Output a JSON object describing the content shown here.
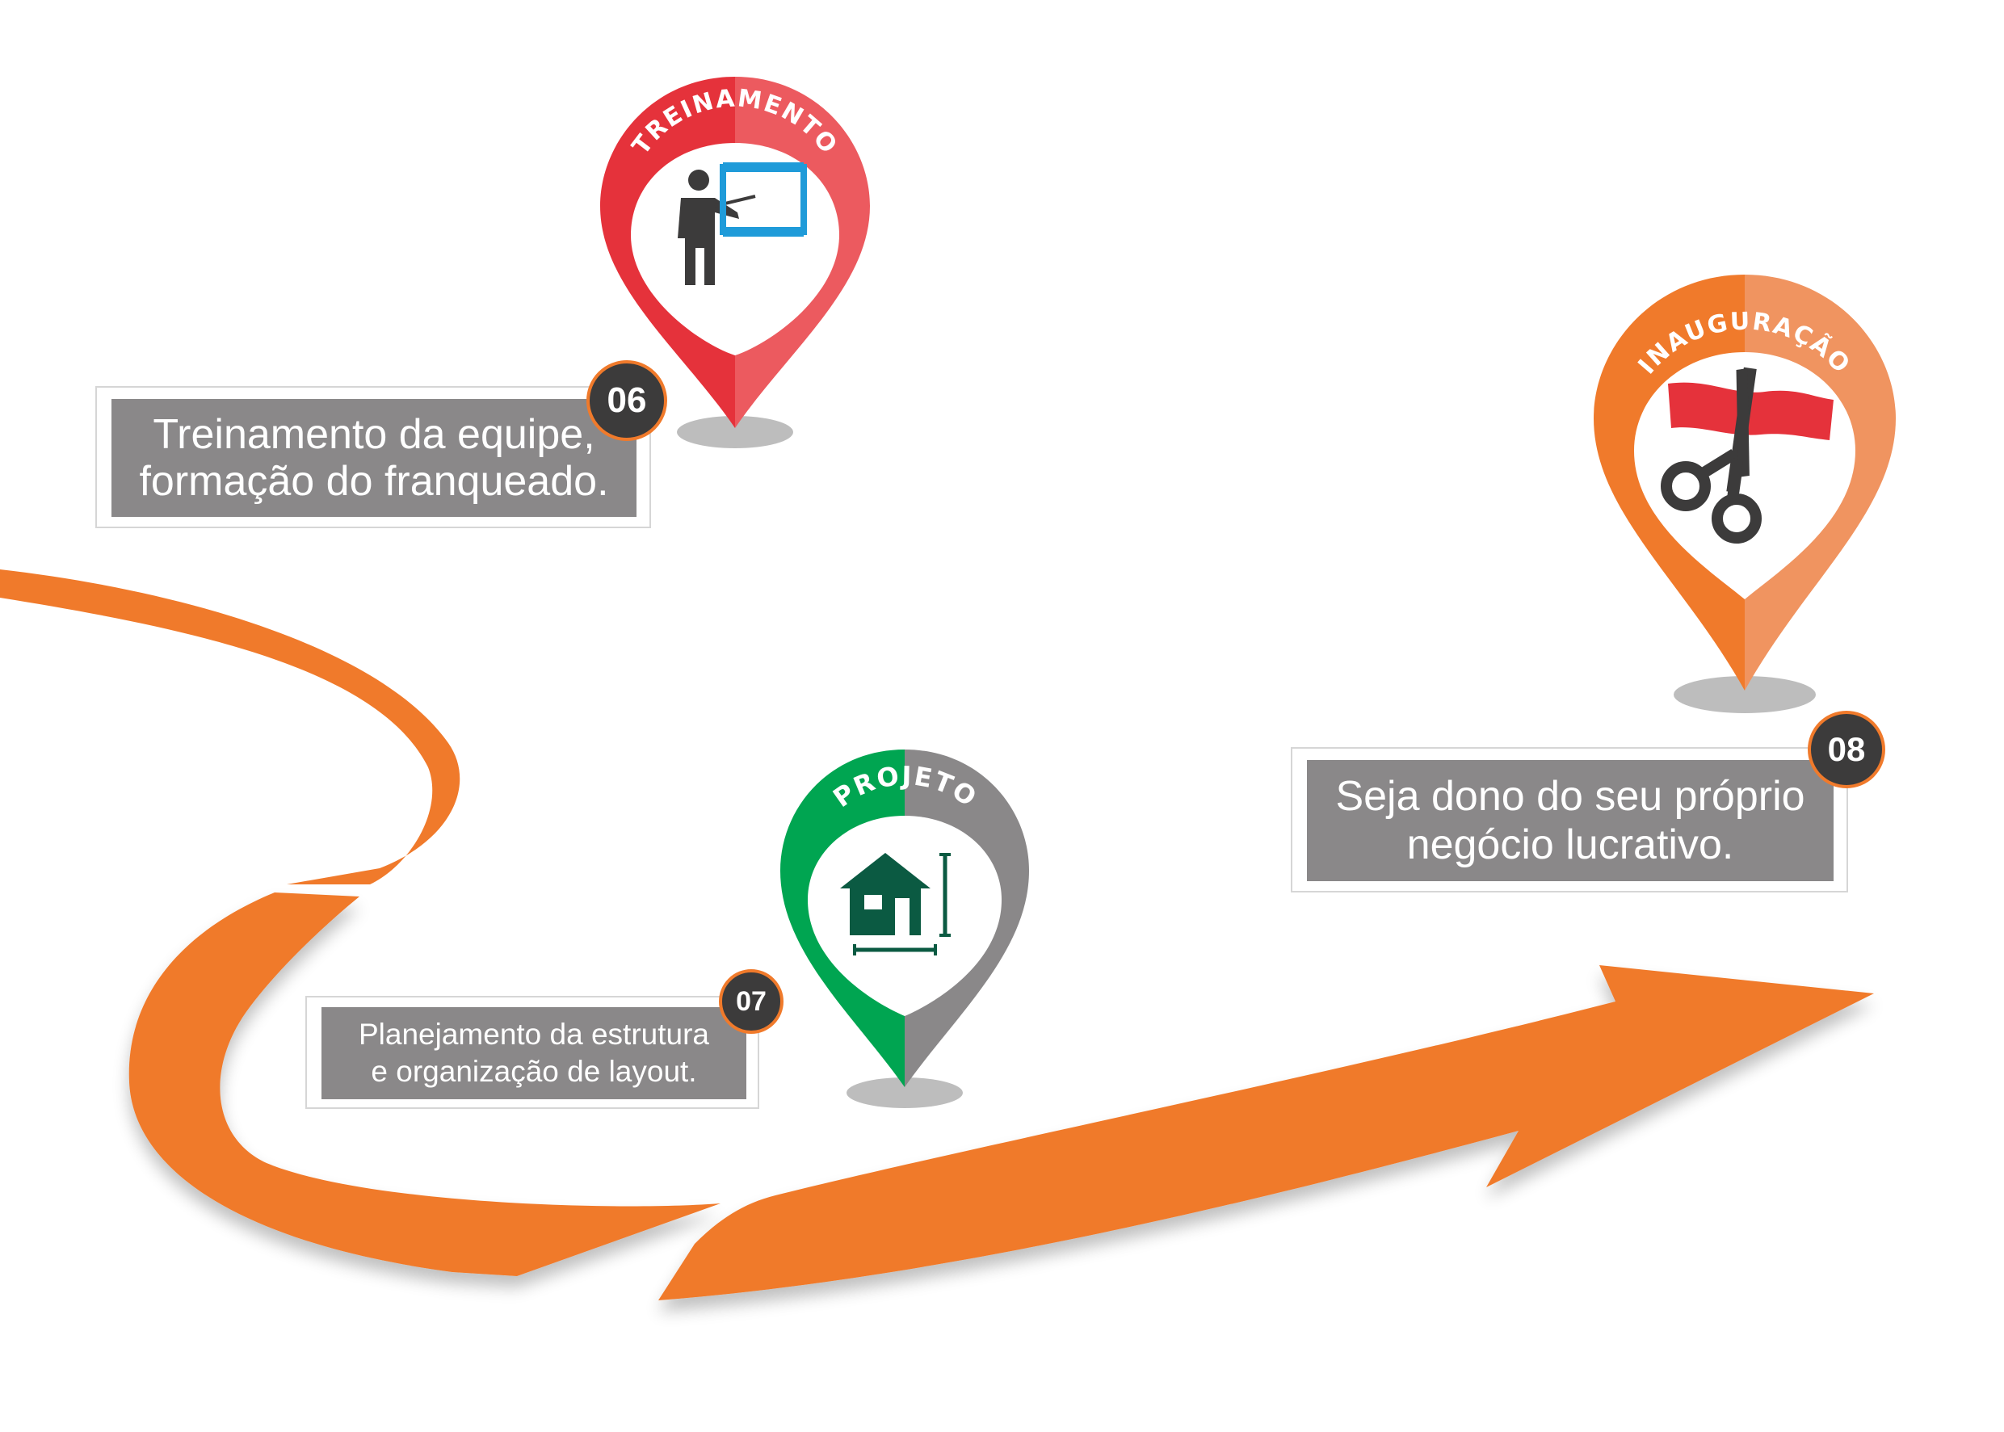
{
  "colors": {
    "road": "#f07a2b",
    "label_bg": "#8a8889",
    "badge_bg": "#3c3b3b",
    "pin_red": "#e5323b",
    "pin_red_light": "#ec5a5f",
    "pin_green": "#00a551",
    "pin_gray": "#8a8889",
    "pin_orange": "#f07a2b",
    "pin_orange_light": "#f09460"
  },
  "steps": [
    {
      "number": "06",
      "title": "TREINAMENTO",
      "icon": "presenter-whiteboard-icon",
      "text_line1": "Treinamento da equipe,",
      "text_line2": "formação do franqueado."
    },
    {
      "number": "07",
      "title": "PROJETO",
      "icon": "house-blueprint-icon",
      "text_line1": "Planejamento da estrutura",
      "text_line2": "e organização de layout."
    },
    {
      "number": "08",
      "title": "INAUGURAÇÃO",
      "icon": "scissors-ribbon-icon",
      "text_line1": "Seja dono do seu próprio",
      "text_line2": "negócio lucrativo."
    }
  ]
}
